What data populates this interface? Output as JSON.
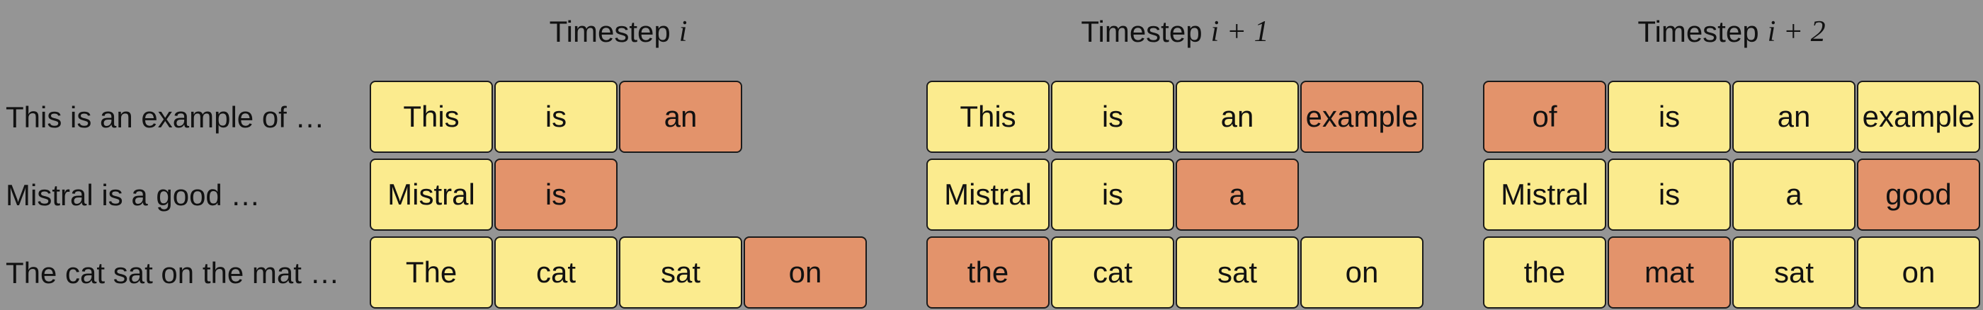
{
  "colors": {
    "background": "#959595",
    "token": "#fbeb8e",
    "current_token": "#e3936b",
    "border": "#1a1a1a"
  },
  "row_labels": [
    "This is an example of …",
    "Mistral is a good …",
    "The cat sat on the mat …"
  ],
  "timesteps": [
    {
      "prefix": "Timestep",
      "math": "i",
      "rows": [
        [
          {
            "text": "This",
            "current": false
          },
          {
            "text": "is",
            "current": false
          },
          {
            "text": "an",
            "current": true
          }
        ],
        [
          {
            "text": "Mistral",
            "current": false
          },
          {
            "text": "is",
            "current": true
          }
        ],
        [
          {
            "text": "The",
            "current": false
          },
          {
            "text": "cat",
            "current": false
          },
          {
            "text": "sat",
            "current": false
          },
          {
            "text": "on",
            "current": true
          }
        ]
      ]
    },
    {
      "prefix": "Timestep",
      "math": "i + 1",
      "rows": [
        [
          {
            "text": "This",
            "current": false
          },
          {
            "text": "is",
            "current": false
          },
          {
            "text": "an",
            "current": false
          },
          {
            "text": "example",
            "current": true
          }
        ],
        [
          {
            "text": "Mistral",
            "current": false
          },
          {
            "text": "is",
            "current": false
          },
          {
            "text": "a",
            "current": true
          }
        ],
        [
          {
            "text": "the",
            "current": true
          },
          {
            "text": "cat",
            "current": false
          },
          {
            "text": "sat",
            "current": false
          },
          {
            "text": "on",
            "current": false
          }
        ]
      ]
    },
    {
      "prefix": "Timestep",
      "math": "i + 2",
      "rows": [
        [
          {
            "text": "of",
            "current": true
          },
          {
            "text": "is",
            "current": false
          },
          {
            "text": "an",
            "current": false
          },
          {
            "text": "example",
            "current": false
          }
        ],
        [
          {
            "text": "Mistral",
            "current": false
          },
          {
            "text": "is",
            "current": false
          },
          {
            "text": "a",
            "current": false
          },
          {
            "text": "good",
            "current": true
          }
        ],
        [
          {
            "text": "the",
            "current": false
          },
          {
            "text": "mat",
            "current": true
          },
          {
            "text": "sat",
            "current": false
          },
          {
            "text": "on",
            "current": false
          }
        ]
      ]
    }
  ]
}
